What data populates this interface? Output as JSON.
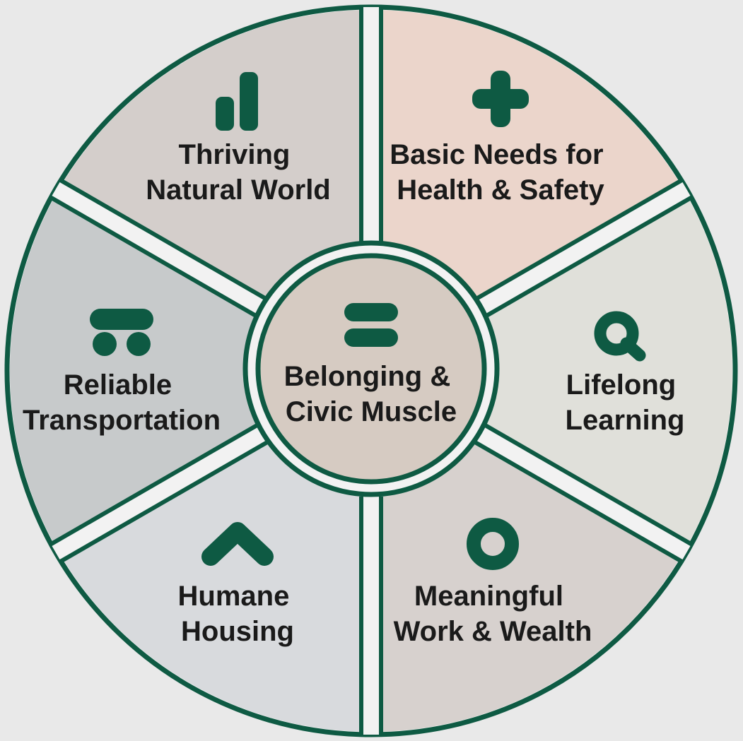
{
  "colors": {
    "background": "#e9e9e9",
    "accent": "#0e5a43",
    "separator": "#f2f2f2",
    "text": "#1a1a1a"
  },
  "segments": [
    {
      "id": "natural",
      "icon": "bar-chart-icon",
      "lines": [
        "Thriving",
        "Natural World"
      ],
      "tint": "#c9c2bd"
    },
    {
      "id": "health",
      "icon": "plus-icon",
      "lines": [
        "Basic Needs for",
        "Health & Safety"
      ],
      "tint": "#e8cbbd"
    },
    {
      "id": "learning",
      "icon": "magnifier-icon",
      "lines": [
        "Lifelong",
        "Learning"
      ],
      "tint": "#dad9d2"
    },
    {
      "id": "work",
      "icon": "ring-icon",
      "lines": [
        "Meaningful",
        "Work & Wealth"
      ],
      "tint": "#cdc6c2"
    },
    {
      "id": "housing",
      "icon": "chevron-up-icon",
      "lines": [
        "Humane",
        "Housing"
      ],
      "tint": "#cfd2d6"
    },
    {
      "id": "transport",
      "icon": "train-icon",
      "lines": [
        "Reliable",
        "Transportation"
      ],
      "tint": "#b8bcbe"
    }
  ],
  "center": {
    "icon": "equals-icon",
    "lines": [
      "Belonging &",
      "Civic Muscle"
    ],
    "tint": "#d6cbc2"
  }
}
